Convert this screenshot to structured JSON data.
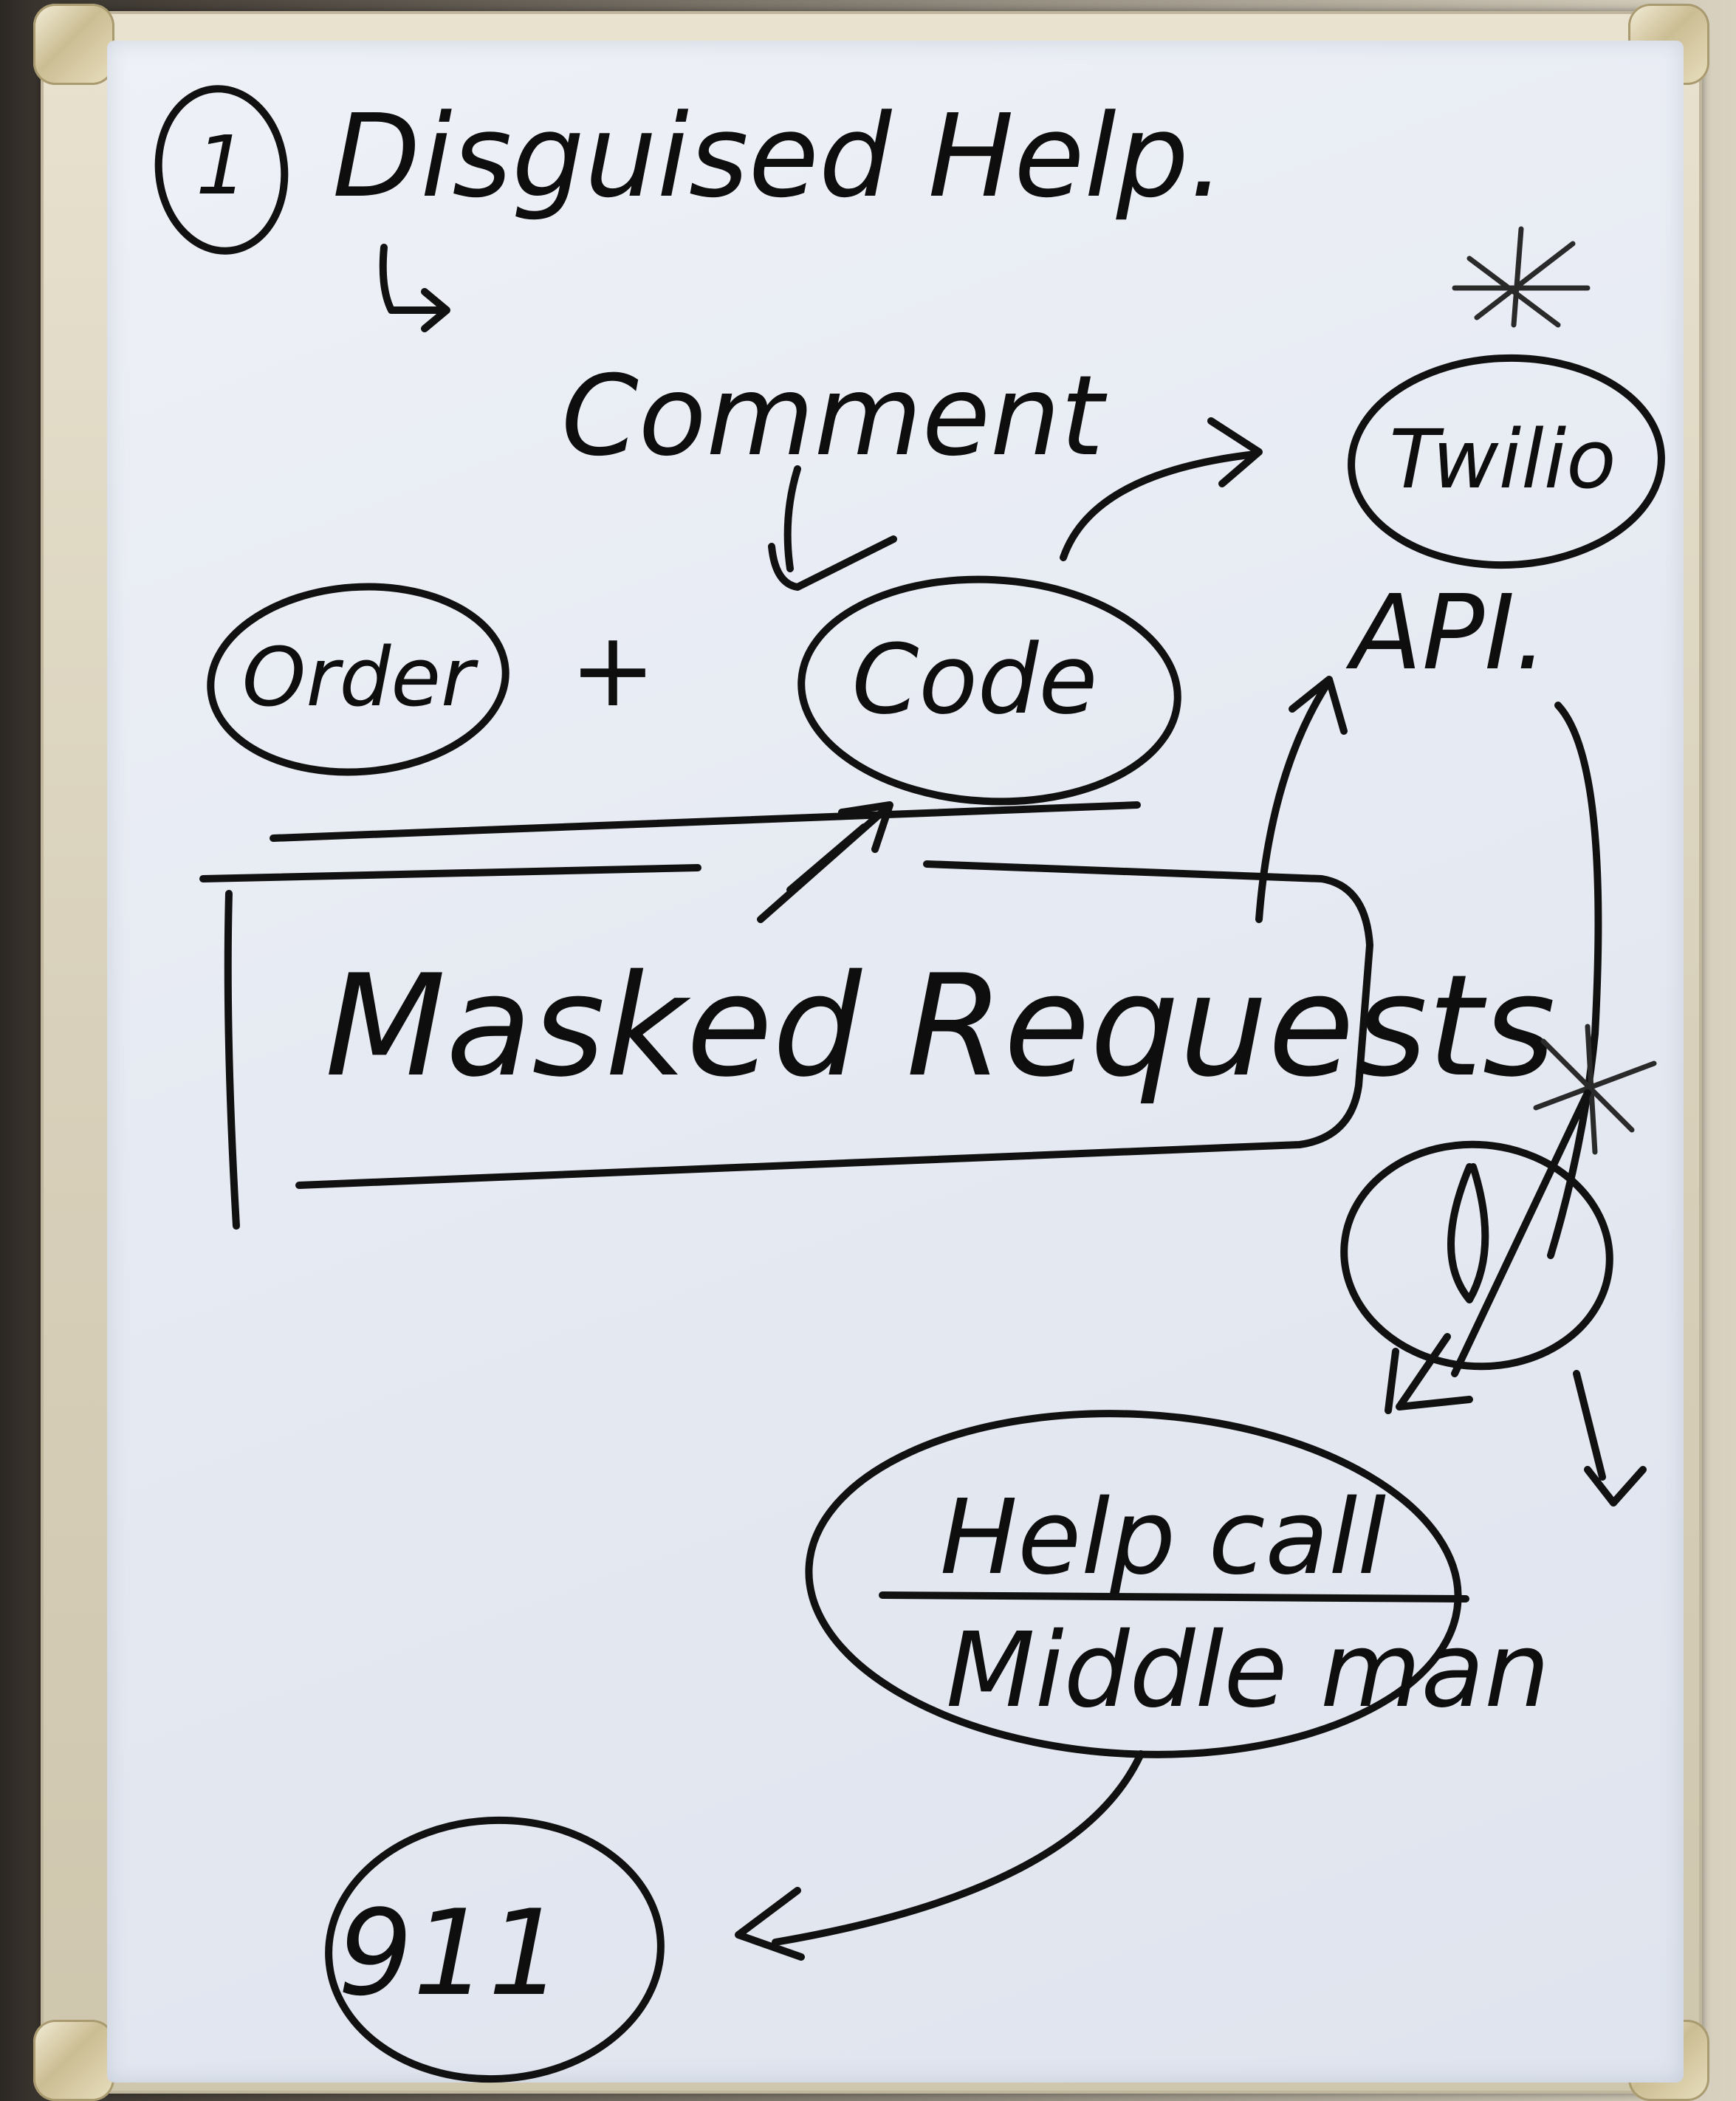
{
  "diagram": {
    "heading": {
      "number": "1",
      "text": "Disguised Help."
    },
    "nodes": {
      "comment": "Comment",
      "order": "Order",
      "plus": "+",
      "code": "Code",
      "twilio": "Twilio",
      "api": "API.",
      "masked_requests": "Masked Requests",
      "help_call_line1": "Help call",
      "help_call_line2": "Middle man",
      "emergency": "911"
    },
    "ink_color": "#111111",
    "board_color": "#e9edf4"
  }
}
